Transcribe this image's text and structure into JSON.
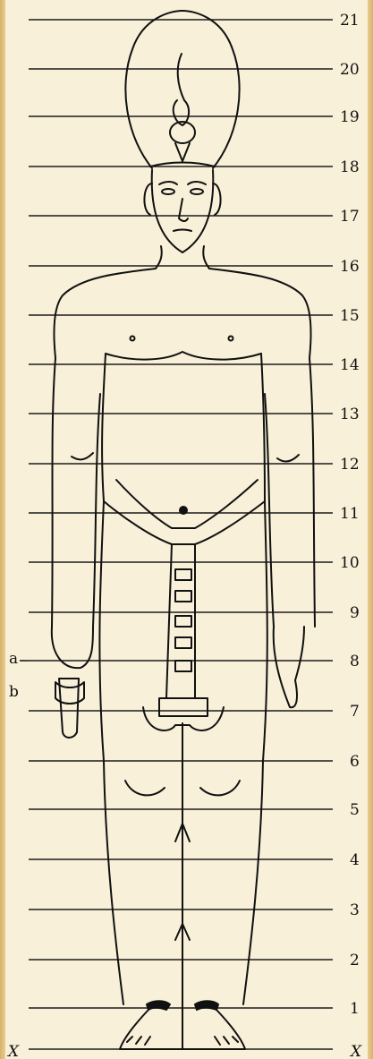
{
  "figure": {
    "grid_labels": [
      "21",
      "20",
      "19",
      "18",
      "17",
      "16",
      "15",
      "14",
      "13",
      "12",
      "11",
      "10",
      "9",
      "8",
      "7",
      "6",
      "5",
      "4",
      "3",
      "2",
      "1"
    ],
    "baseline_label_left": "X",
    "baseline_label_right": "X",
    "side_labels": [
      "a",
      "b"
    ]
  },
  "colors": {
    "paper": "#f8f0d8",
    "frame": "#d9b26a",
    "ink": "#111111"
  }
}
